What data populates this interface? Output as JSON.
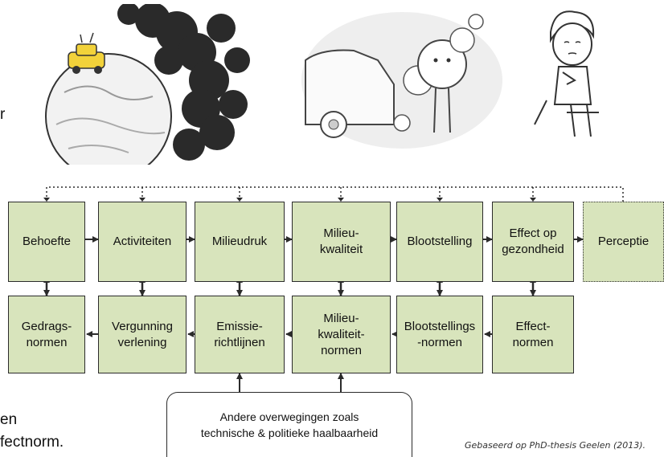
{
  "slide_fragments": {
    "left_letter": "r",
    "bottom_line1": "en",
    "bottom_line2": "fectnorm."
  },
  "diagram": {
    "top_row": [
      "Behoefte",
      "Activiteiten",
      "Milieudruk",
      "Milieu-\nkwaliteit",
      "Blootstelling",
      "Effect op\ngezondheid",
      "Perceptie"
    ],
    "bottom_row": [
      "Gedrags-\nnormen",
      "Vergunning\nverlening",
      "Emissie-\nrichtlijnen",
      "Milieu-\nkwaliteit-\nnormen",
      "Blootstellings\n-normen",
      "Effect-\nnormen"
    ],
    "note": "Andere overwegingen zoals\ntechnische & politieke haalbaarheid",
    "box_fill": "#d8e4bc",
    "line_color": "#2b2b2b"
  },
  "caption": "Gebaseerd op PhD-thesis Geelen (2013).",
  "illustrations": [
    {
      "name": "earth-car-cartoon-icon"
    },
    {
      "name": "car-exhaust-cartoon-icon"
    },
    {
      "name": "coughing-person-cartoon-icon"
    }
  ]
}
